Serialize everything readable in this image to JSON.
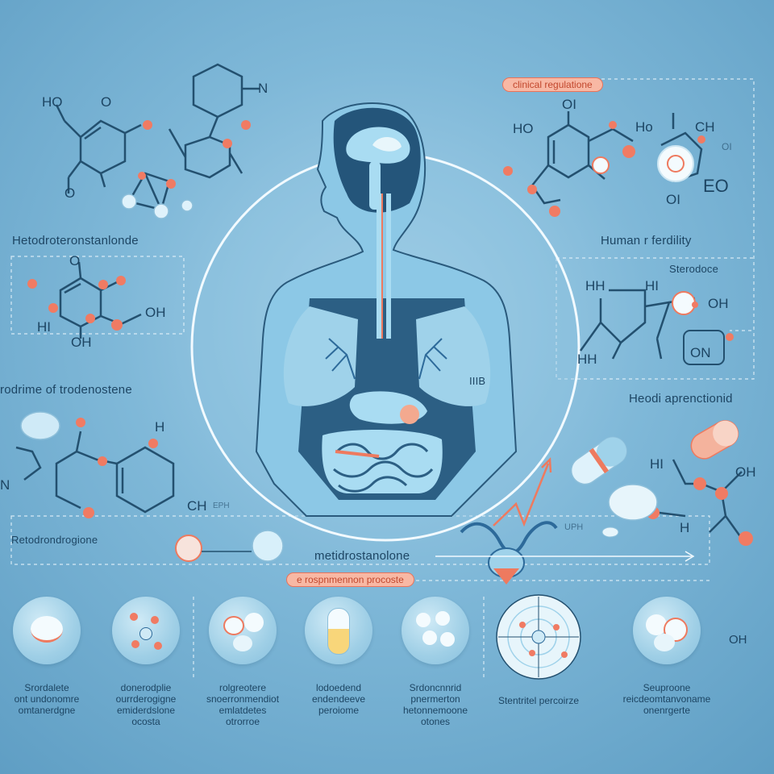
{
  "header": {
    "clinical_badge": "clinical regulatione"
  },
  "labels": {
    "top_left_heading": "Hetodroteronstanlonde",
    "left_mid_heading": "rodrime of trodenostene",
    "left_low_heading": "Retodrondrogione",
    "center_bottom_heading": "metidrostanolone",
    "center_badge": "e rospnmennon procoste",
    "right_heading_1": "Human r ferdility",
    "right_heading_2": "Sterodoce",
    "right_heading_3": "Heodi aprenctionid",
    "center_side_note": "IIIB"
  },
  "chem_text": {
    "tl_ho": "HO",
    "tl_o1": "O",
    "tl_o2": "O",
    "tl_n": "N",
    "ml_o": "O",
    "ml_hi": "HI",
    "ml_oh1": "OH",
    "ml_oh2": "OH",
    "ll_n": "N",
    "ll_h": "H",
    "ll_ch": "CH",
    "ll_eph": "EPH",
    "tr_ho": "HO",
    "tr_o": "OI",
    "tr_ho2": "Ho",
    "tr_ch": "CH",
    "tr_oi": "OI",
    "tr_eo": "EO",
    "tr_o2": "OI",
    "mr_hh1": "HH",
    "mr_hi": "HI",
    "mr_oh": "OH",
    "mr_hh2": "HH",
    "mr_on": "ON",
    "lr_hi": "HI",
    "lr_oh": "OH",
    "lr_h": "H",
    "lr_uph": "UPH",
    "bottom_oh": "OH"
  },
  "bottom_items": [
    {
      "line1": "Srordalete",
      "line2": "ont undonomre",
      "line3": "omtanerdgne"
    },
    {
      "line1": "donerodplie",
      "line2": "ourrderogigne",
      "line3": "emiderdslone",
      "line4": "ocosta"
    },
    {
      "line1": "rolgreotere",
      "line2": "snoerronmendiot",
      "line3": "emlatdetes",
      "line4": "otrorroe"
    },
    {
      "line1": "lodoedend",
      "line2": "endendeeve",
      "line3": "peroiome"
    },
    {
      "line1": "Srdoncnnrid",
      "line2": "pnermerton",
      "line3": "hetonnemoone",
      "line4": "otones"
    },
    {
      "line1": "Stentritel percoirze"
    },
    {
      "line1": "Seuproone",
      "line2": "reicdeomtanvoname",
      "line3": "onenrgerte"
    }
  ],
  "colors": {
    "background": "#7fb8d8",
    "line": "#23506f",
    "accent": "#ee7a5f",
    "body_fill": "#8cc8e6"
  }
}
